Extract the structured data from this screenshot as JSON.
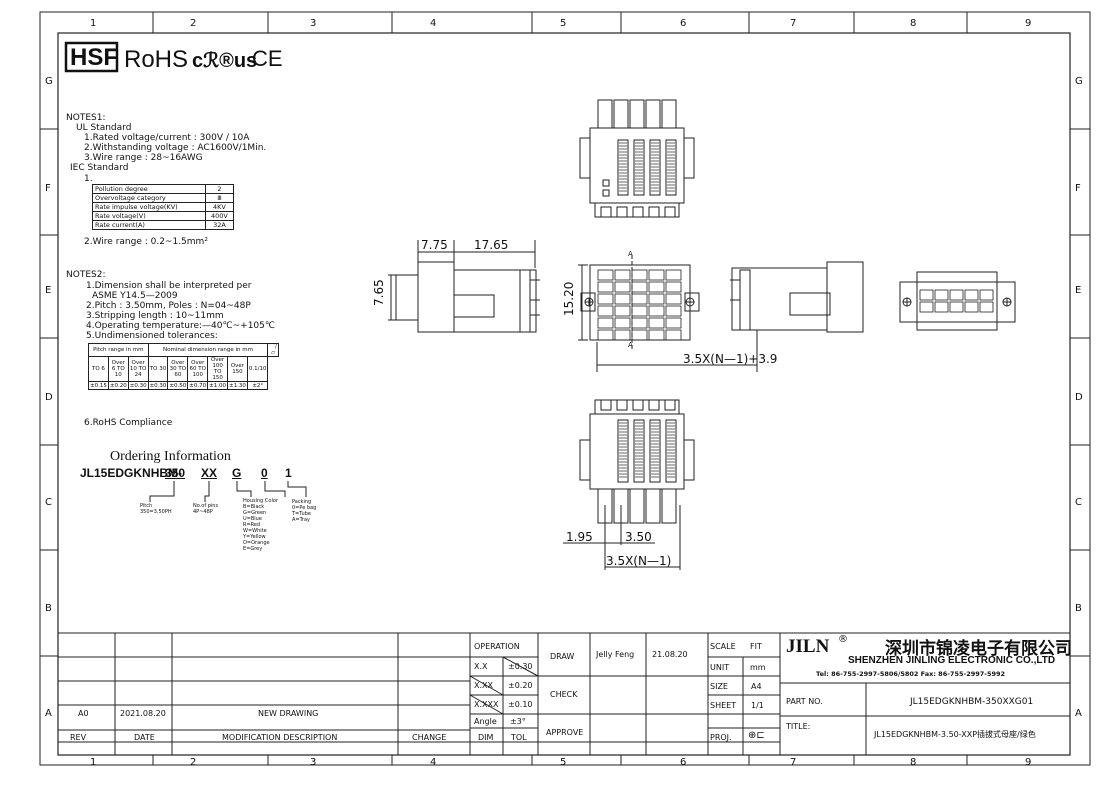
{
  "border": {
    "columns": [
      "1",
      "2",
      "3",
      "4",
      "5",
      "6",
      "7",
      "8",
      "9"
    ],
    "rows": [
      "G",
      "F",
      "E",
      "D",
      "C",
      "B",
      "A"
    ]
  },
  "logos": {
    "hsf": "HSF",
    "rohs": "RoHS",
    "ul": "cℛ®us",
    "ce": "CE"
  },
  "notes1": {
    "title": "NOTES1:",
    "ul_heading": "UL Standard",
    "ul_items": [
      "1.Rated voltage/current : 300V / 10A",
      "2.Withstanding voltage : AC1600V/1Min.",
      "3.Wire range : 28~16AWG"
    ],
    "iec_heading": "IEC Standard",
    "iec_item_prefix": "1.",
    "iec_table": [
      [
        "Pollution degree",
        "2"
      ],
      [
        "Overvoltage category",
        "Ⅲ"
      ],
      [
        "Rate impulse voltage(KV)",
        "4KV"
      ],
      [
        "Rate voltage(V)",
        "400V"
      ],
      [
        "Rate current(A)",
        "32A"
      ]
    ],
    "wire_range": "2.Wire range : 0.2~1.5mm²"
  },
  "notes2": {
    "title": "NOTES2:",
    "items": [
      "1.Dimension shall be interpreted per",
      "ASME Y14.5—2009",
      "2.Pitch : 3.50mm, Poles : N=04~48P",
      "3.Stripping length : 10~11mm",
      "4.Operating temperature:—40℃~+105℃",
      "5.Undimensioned tolerances:"
    ],
    "tol_header": {
      "pitch": "Pitch range in mm",
      "nominal": "Nominal dimension range in mm"
    },
    "tol_row_over": [
      "Over 6 TO 10",
      "Over 10 TO 24",
      "TO 30",
      "Over 30 TO 60",
      "Over 60 TO 100",
      "Over 100 TO 150",
      "Over 150"
    ],
    "tol_pitch_first": [
      "TO",
      "6"
    ],
    "tol_values": [
      "±0.15",
      "±0.20",
      "±0.30",
      "±0.30",
      "±0.50",
      "±0.70",
      "±1.00",
      "±1.30",
      "±2°"
    ],
    "tol_side": [
      "0.1/10"
    ],
    "rohs": "6.RoHS Compliance"
  },
  "ordering": {
    "title": "Ordering Information",
    "code_prefix": "JL15EDGKNHBM-",
    "code_parts": [
      "350",
      "XX",
      "G",
      "0",
      "1"
    ],
    "pitch": [
      "Pitch",
      "350=3.50PH"
    ],
    "pins": [
      "No.of pins",
      "4P~48P"
    ],
    "color": [
      "Housing Color",
      "B=Black",
      "G=Green",
      "U=Blue",
      "R=Red",
      "W=White",
      "Y=Yellow",
      "O=Orange",
      "E=Grey"
    ],
    "packing": [
      "Packing",
      "0=Pe bag",
      "T=Tube",
      "A=Tray"
    ]
  },
  "dims": {
    "d775": "7.75",
    "d1765": "17.65",
    "d765": "7.65",
    "d1520": "15.20",
    "pitch_formula": "3.5X(N—1)+3.9",
    "d195": "1.95",
    "d350": "3.50",
    "pitch_n": "3.5X(N—1)",
    "sec_a": "A"
  },
  "titleblock": {
    "headers": {
      "rev": "REV",
      "date": "DATE",
      "desc": "MODIFICATION DESCRIPTION",
      "change": "CHANGE",
      "dim": "DIM",
      "tol": "TOL"
    },
    "revision": {
      "rev": "A0",
      "date": "2021.08.20",
      "desc": "NEW DRAWING"
    },
    "operation": "OPERATION",
    "tolerances": [
      [
        "X.X",
        "±0.30"
      ],
      [
        "X.XX",
        "±0.20"
      ],
      [
        "X.XXX",
        "±0.10"
      ],
      [
        "Angle",
        "±3°"
      ]
    ],
    "draw": "DRAW",
    "check": "CHECK",
    "approve": "APPROVE",
    "drawer": "Jelly Feng",
    "draw_date": "21.08.20",
    "scale_label": "SCALE",
    "scale": "FIT",
    "unit_label": "UNIT",
    "unit": "mm",
    "size_label": "SIZE",
    "size": "A4",
    "sheet_label": "SHEET",
    "sheet": "1/1",
    "proj_label": "PROJ.",
    "brand": "JILN",
    "company_cn": "深圳市锦凌电子有限公司",
    "company_en": "SHENZHEN JINLING ELECTRONIC CO.,LTD",
    "contact": "Tel: 86-755-2997-5806/5802  Fax: 86-755-2997-5992",
    "part_label": "PART NO.",
    "part_no": "JL15EDGKNHBM-350XXG01",
    "title_label": "TITLE:",
    "title": "JL15EDGKNHBM-3.50-XXP插拔式母座/绿色"
  }
}
